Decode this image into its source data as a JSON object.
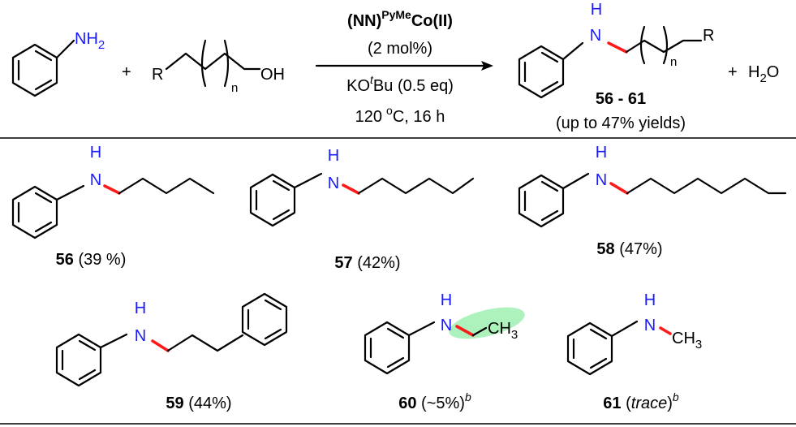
{
  "reaction": {
    "amine_label": "NH2",
    "plus": "+",
    "alcohol_r": "R",
    "alcohol_n": "n",
    "alcohol_oh": "OH",
    "catalyst_prefix": "(NN)",
    "catalyst_sup": "PyMe",
    "catalyst_suffix": "Co(II)",
    "catalyst_loading": "(2 mol%)",
    "base_prefix": "KO",
    "base_sup": "t",
    "base_suffix": "Bu (0.5 eq)",
    "conditions_temp": "120",
    "conditions_deg": "o",
    "conditions_rest": "C, 16 h",
    "product_h": "H",
    "product_n": "N",
    "product_sub_n": "n",
    "product_r": "R",
    "product_ids": "56 - 61",
    "product_yield": "(up to 47% yields)",
    "water_plus": "+",
    "water": "H2O"
  },
  "products": [
    {
      "id": "56",
      "yield": "(39 %)",
      "h": "H",
      "n": "N"
    },
    {
      "id": "57",
      "yield": "(42%)",
      "h": "H",
      "n": "N"
    },
    {
      "id": "58",
      "yield": "(47%)",
      "h": "H",
      "n": "N"
    },
    {
      "id": "59",
      "yield": "(44%)",
      "h": "H",
      "n": "N"
    },
    {
      "id": "60",
      "yield": "(~5%)",
      "sup": "b",
      "h": "H",
      "n": "N",
      "group": "CH3"
    },
    {
      "id": "61",
      "yield_open": "(",
      "yield_italic": "trace",
      "yield_close": ")",
      "sup": "b",
      "h": "H",
      "n": "N",
      "group": "CH3"
    }
  ],
  "colors": {
    "nitrogen": "#1a1aff",
    "new_bond": "#ff1a1a",
    "highlight": "#9ff0b0"
  }
}
